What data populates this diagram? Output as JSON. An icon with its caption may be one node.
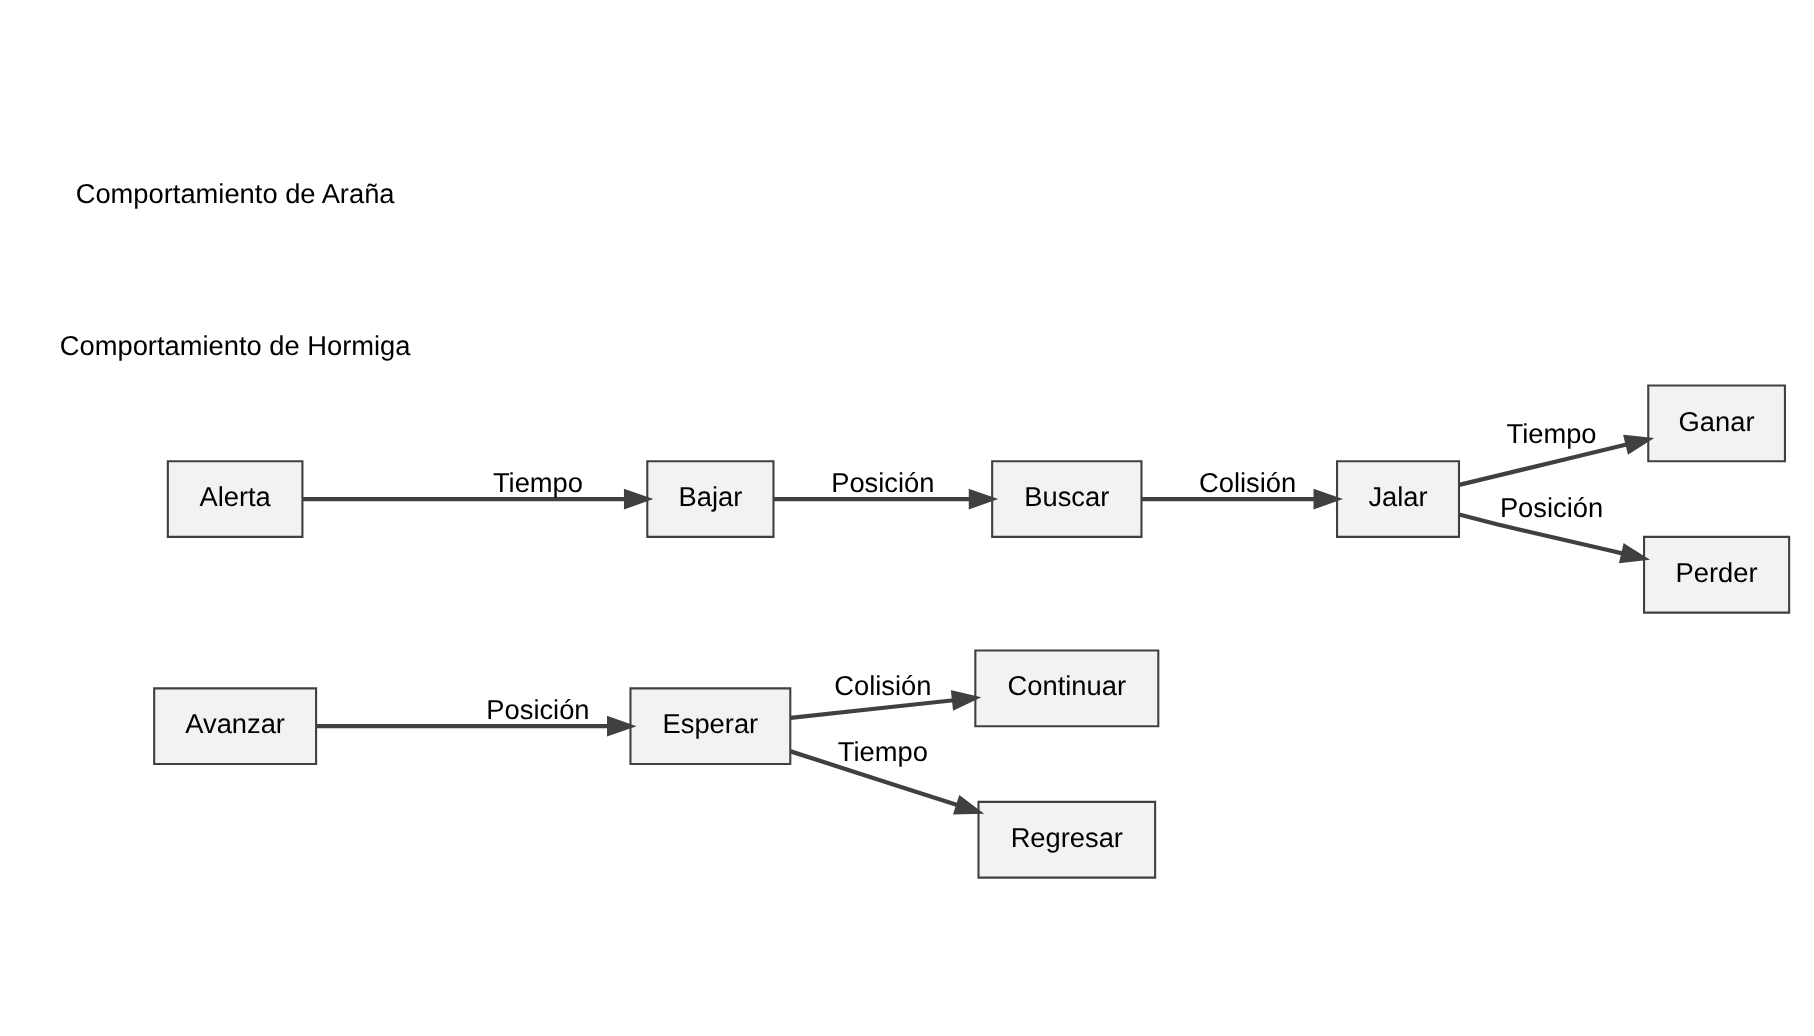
{
  "diagram": {
    "nodes": [
      {
        "text": [
          "Avanzar"
        ]
      },
      {
        "text": [
          "Esperar"
        ]
      },
      {
        "text": [
          "Continuar"
        ]
      },
      {
        "text": [
          "Regresar"
        ]
      },
      {
        "text": [
          "Alerta"
        ]
      },
      {
        "text": [
          "Bajar"
        ]
      },
      {
        "text": [
          "Buscar"
        ]
      },
      {
        "text": [
          "Jalar"
        ]
      },
      {
        "text": [
          "Ganar"
        ]
      },
      {
        "text": [
          "Perder"
        ]
      }
    ],
    "edges": [
      {
        "from": 0,
        "to": 1,
        "arrow": "to",
        "label": "Posición"
      },
      {
        "from": 1,
        "to": 2,
        "arrow": "to",
        "label": "Colisión"
      },
      {
        "from": 1,
        "to": 3,
        "arrow": "to",
        "label": "Tiempo"
      },
      {
        "from": 4,
        "to": 5,
        "arrow": "to",
        "label": "Tiempo"
      },
      {
        "from": 5,
        "to": 6,
        "arrow": "to",
        "label": "Posición"
      },
      {
        "from": 6,
        "to": 7,
        "arrow": "to",
        "label": "Colisión"
      },
      {
        "from": 7,
        "to": 8,
        "arrow": "to",
        "label": "Tiempo"
      },
      {
        "from": 7,
        "to": 9,
        "arrow": "to",
        "label": "Posición"
      }
    ],
    "labels": [
      "Comportamiento de Hormiga",
      "Comportamiento de Araña"
    ]
  }
}
